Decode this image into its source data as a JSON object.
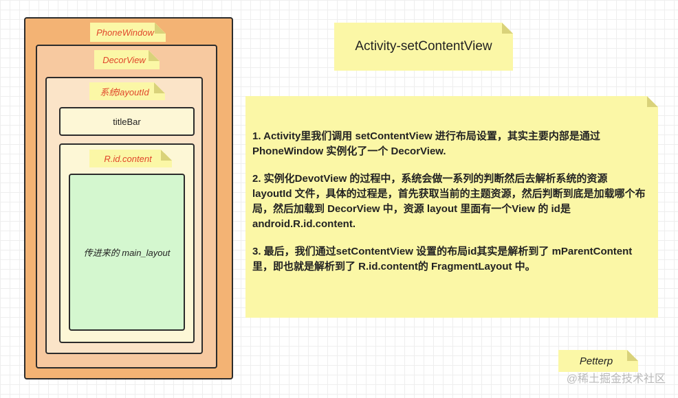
{
  "diagram": {
    "title": "Activity-setContentView",
    "author": "Petterp",
    "watermark": "@稀土掘金技术社区",
    "layers": {
      "phone_window": "PhoneWindow",
      "decor_view": "DecorView",
      "system_layout": "系统layoutId",
      "title_bar": "titleBar",
      "content": "R.id.content",
      "main_layout": "传进来的 main_layout"
    },
    "description": [
      "1. Activity里我们调用 setContentView 进行布局设置，其实主要内部是通过 PhoneWindow 实例化了一个 DecorView.",
      "2. 实例化DevotView 的过程中，系统会做一系列的判断然后去解析系统的资源 layoutId 文件，具体的过程是，首先获取当前的主题资源，然后判断到底是加载哪个布局，然后加载到 DecorView 中，资源 layout 里面有一个View 的 id是 android.R.id.content.",
      "3. 最后，我们通过setContentView 设置的布局id其实是解析到了 mParentContent 里，即也就是解析到了 R.id.content的 FragmentLayout 中。"
    ],
    "colors": {
      "phone_window_fill": "#f3b374",
      "decor_view_fill": "#f7c9a0",
      "system_layout_fill": "#fbe4c8",
      "content_fill": "#fdf7d6",
      "main_layout_fill": "#d4f7cf",
      "note_fill": "#fbf7a6",
      "tag_text": "#e0462b"
    }
  }
}
